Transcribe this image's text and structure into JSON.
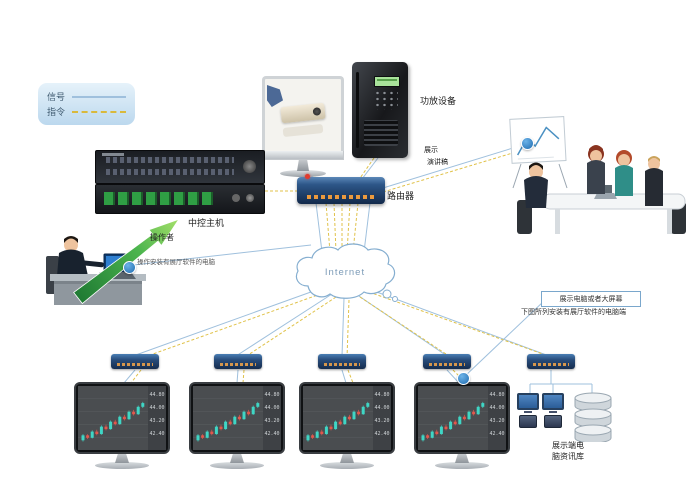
{
  "legend": {
    "signal_label": "信号",
    "command_label": "指令"
  },
  "labels": {
    "amplifier": "功放设备",
    "router": "路由器",
    "link_tag_top": "展示",
    "link_tag_bottom": "演讲稿",
    "central_host": "中控主机",
    "operator": "操作者",
    "operator_note": "操作安装有展厅软件的电脑",
    "cloud": "Internet",
    "display_note_title": "展示电脑或者大屏幕",
    "display_note_sub": "下图所列安装有展厅软件的电脑端",
    "datastore_line1": "展示端电",
    "datastore_line2": "脑资讯库"
  },
  "colors": {
    "signal_line": "#9fc0dd",
    "command_line": "#e0c24a",
    "badge_blue": "#2f86c8",
    "arrow_green": "#3fae4c",
    "candle_up": "#3fd6c5",
    "candle_down": "#e2574c"
  },
  "chart_data": {
    "type": "candlestick",
    "axis_labels": [
      "44.80",
      "44.00",
      "43.20",
      "42.40"
    ],
    "candles_ochl": [
      [
        20,
        28,
        30,
        18
      ],
      [
        28,
        24,
        30,
        22
      ],
      [
        24,
        34,
        36,
        23
      ],
      [
        34,
        30,
        37,
        28
      ],
      [
        30,
        42,
        44,
        29
      ],
      [
        42,
        38,
        45,
        36
      ],
      [
        38,
        50,
        52,
        37
      ],
      [
        50,
        46,
        53,
        44
      ],
      [
        46,
        58,
        60,
        45
      ],
      [
        58,
        54,
        61,
        52
      ],
      [
        54,
        66,
        68,
        53
      ],
      [
        66,
        62,
        69,
        60
      ],
      [
        62,
        74,
        76,
        61
      ],
      [
        74,
        80,
        82,
        72
      ]
    ]
  }
}
